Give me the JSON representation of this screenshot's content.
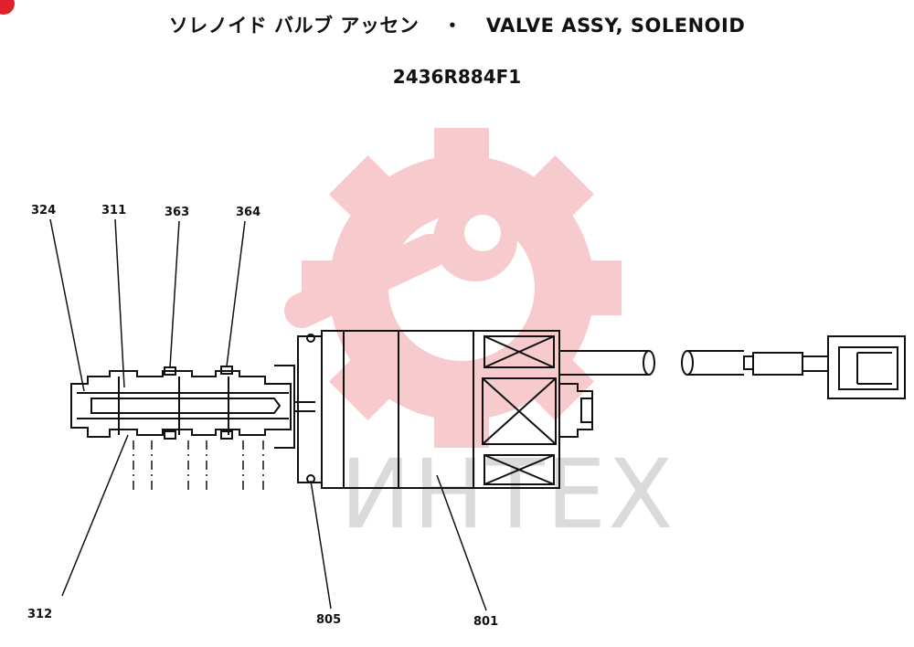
{
  "header": {
    "title_jp": "ソレノイド バルブ アッセン",
    "title_sep": "・",
    "title_en": "VALVE ASSY, SOLENOID",
    "part_number": "2436R884F1"
  },
  "watermark": {
    "text": "ИНТЕХ",
    "gear_color": "#f5b9bd"
  },
  "callouts": [
    {
      "label": "324"
    },
    {
      "label": "311"
    },
    {
      "label": "363"
    },
    {
      "label": "364"
    },
    {
      "label": "312"
    },
    {
      "label": "805"
    },
    {
      "label": "801"
    }
  ]
}
